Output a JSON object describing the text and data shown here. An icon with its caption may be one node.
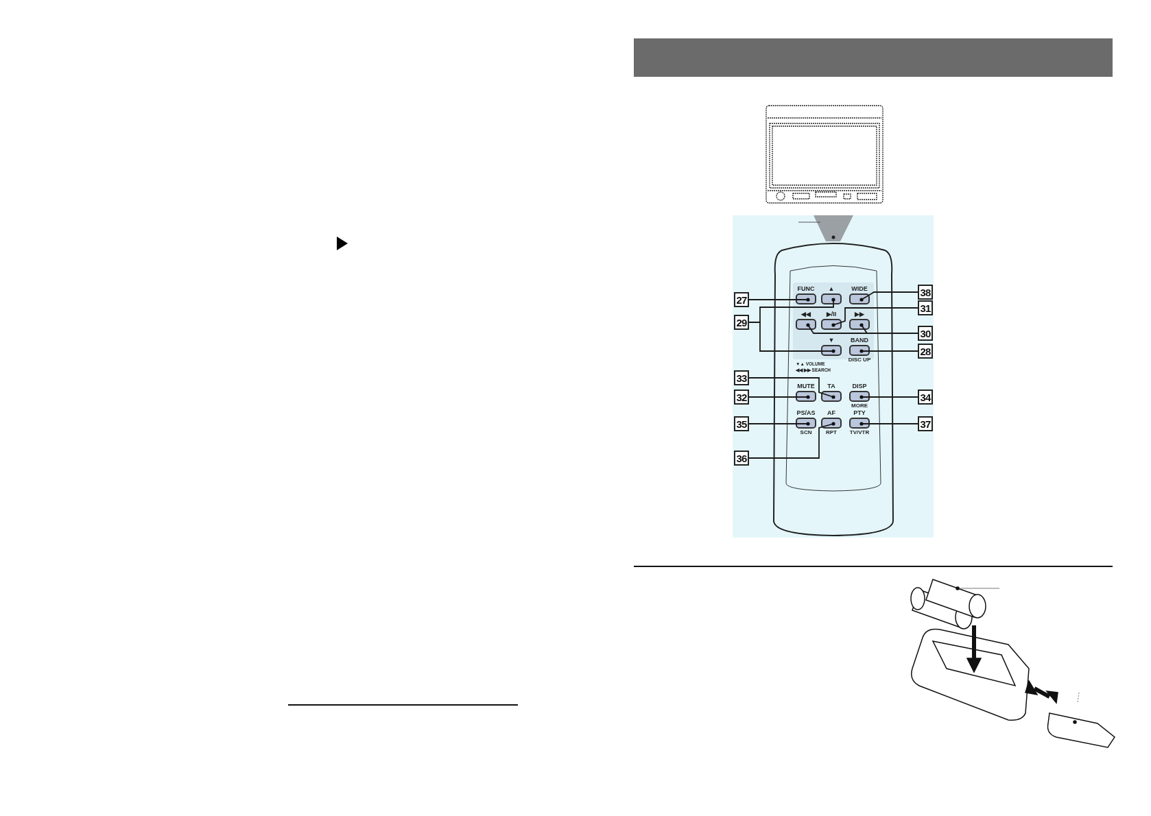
{
  "diagram": {
    "nodes": [
      {
        "text": [
          "27"
        ]
      },
      {
        "text": [
          "FUNC"
        ]
      },
      {
        "text": [
          "▲"
        ]
      },
      {
        "text": [
          "WIDE"
        ]
      },
      {
        "text": [
          "38"
        ]
      },
      {
        "text": [
          "31"
        ]
      },
      {
        "text": [
          "29"
        ]
      },
      {
        "text": [
          "◀◀"
        ]
      },
      {
        "text": [
          "▶/II"
        ]
      },
      {
        "text": [
          "▶▶"
        ]
      },
      {
        "text": [
          "30"
        ]
      },
      {
        "text": [
          "▼"
        ]
      },
      {
        "text": [
          "BAND"
        ],
        "beside": [
          "DISC UP"
        ]
      },
      {
        "text": [
          "28"
        ]
      },
      {
        "text": [
          "33"
        ]
      },
      {
        "text": [
          "32"
        ]
      },
      {
        "text": [
          "MUTE"
        ]
      },
      {
        "text": [
          "TA"
        ]
      },
      {
        "text": [
          "DISP"
        ],
        "beside": [
          "MORE"
        ]
      },
      {
        "text": [
          "34"
        ]
      },
      {
        "text": [
          "35"
        ]
      },
      {
        "text": [
          "PS/AS"
        ],
        "beside": [
          "SCN"
        ]
      },
      {
        "text": [
          "AF"
        ],
        "beside": [
          "RPT"
        ]
      },
      {
        "text": [
          "PTY"
        ],
        "beside": [
          "TV/VTR"
        ]
      },
      {
        "text": [
          "37"
        ]
      },
      {
        "text": [
          "36"
        ]
      }
    ],
    "edges": [
      {
        "from": 0,
        "to": 1,
        "arrow": "other"
      },
      {
        "from": 4,
        "to": 3,
        "arrow": "other"
      },
      {
        "from": 5,
        "to": 8,
        "arrow": "other"
      },
      {
        "from": 6,
        "to": 2,
        "arrow": "other"
      },
      {
        "from": 6,
        "to": 11,
        "arrow": "other"
      },
      {
        "from": 10,
        "to": 7,
        "arrow": "other"
      },
      {
        "from": 10,
        "to": 9,
        "arrow": "other"
      },
      {
        "from": 13,
        "to": 12,
        "arrow": "other"
      },
      {
        "from": 14,
        "to": 17,
        "arrow": "other"
      },
      {
        "from": 15,
        "to": 16,
        "arrow": "other"
      },
      {
        "from": 19,
        "to": 18,
        "arrow": "other"
      },
      {
        "from": 20,
        "to": 21,
        "arrow": "other"
      },
      {
        "from": 24,
        "to": 23,
        "arrow": "other"
      },
      {
        "from": 25,
        "to": 22,
        "arrow": "other"
      }
    ],
    "labels": [
      "▼▲ VOLUME",
      "◀◀ ▶▶ SEARCH"
    ]
  }
}
